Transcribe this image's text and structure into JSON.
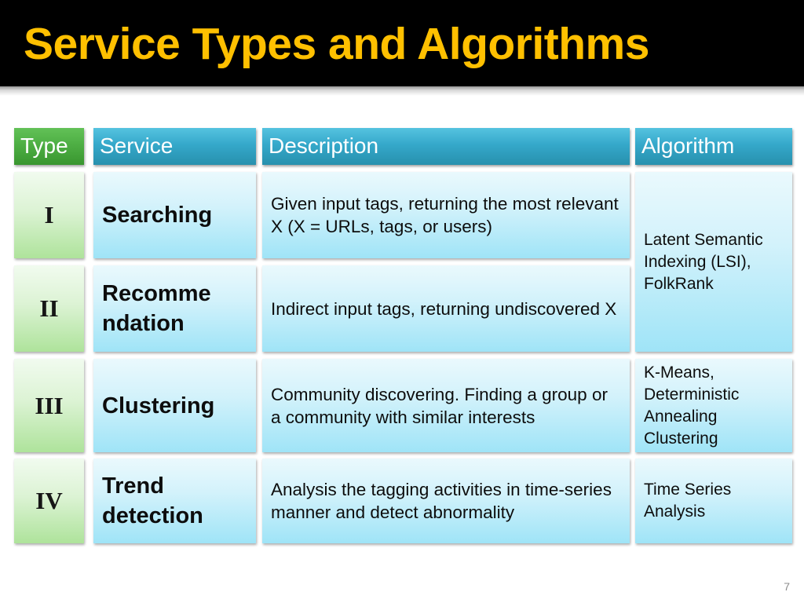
{
  "slide": {
    "title": "Service Types and Algorithms",
    "page_number": "7",
    "title_color": "#FFC000",
    "title_background": "#000000"
  },
  "table": {
    "headers": [
      {
        "label": "Type",
        "color": "#4fb045"
      },
      {
        "label": "Service",
        "color": "#35a8ca"
      },
      {
        "label": "Description",
        "color": "#35a8ca"
      },
      {
        "label": "Algorithm",
        "color": "#35a8ca"
      }
    ],
    "rows": [
      {
        "type": "I",
        "service": "Searching",
        "description": "Given input tags, returning the most relevant X (X = URLs, tags, or users)"
      },
      {
        "type": "II",
        "service": "Recomme ndation",
        "description": "Indirect input tags, returning undiscovered X"
      },
      {
        "type": "III",
        "service": "Clustering",
        "description": "Community discovering. Finding a group or a community with similar interests"
      },
      {
        "type": "IV",
        "service": "Trend detection",
        "description": "Analysis the tagging activities in time-series manner and detect abnormality"
      }
    ],
    "algorithms": [
      {
        "text": "Latent Semantic Indexing (LSI), FolkRank",
        "spans_rows": "I-II"
      },
      {
        "text": "K-Means, Deterministic Annealing Clustering",
        "spans_rows": "III"
      },
      {
        "text": "Time Series Analysis",
        "spans_rows": "IV"
      }
    ]
  }
}
